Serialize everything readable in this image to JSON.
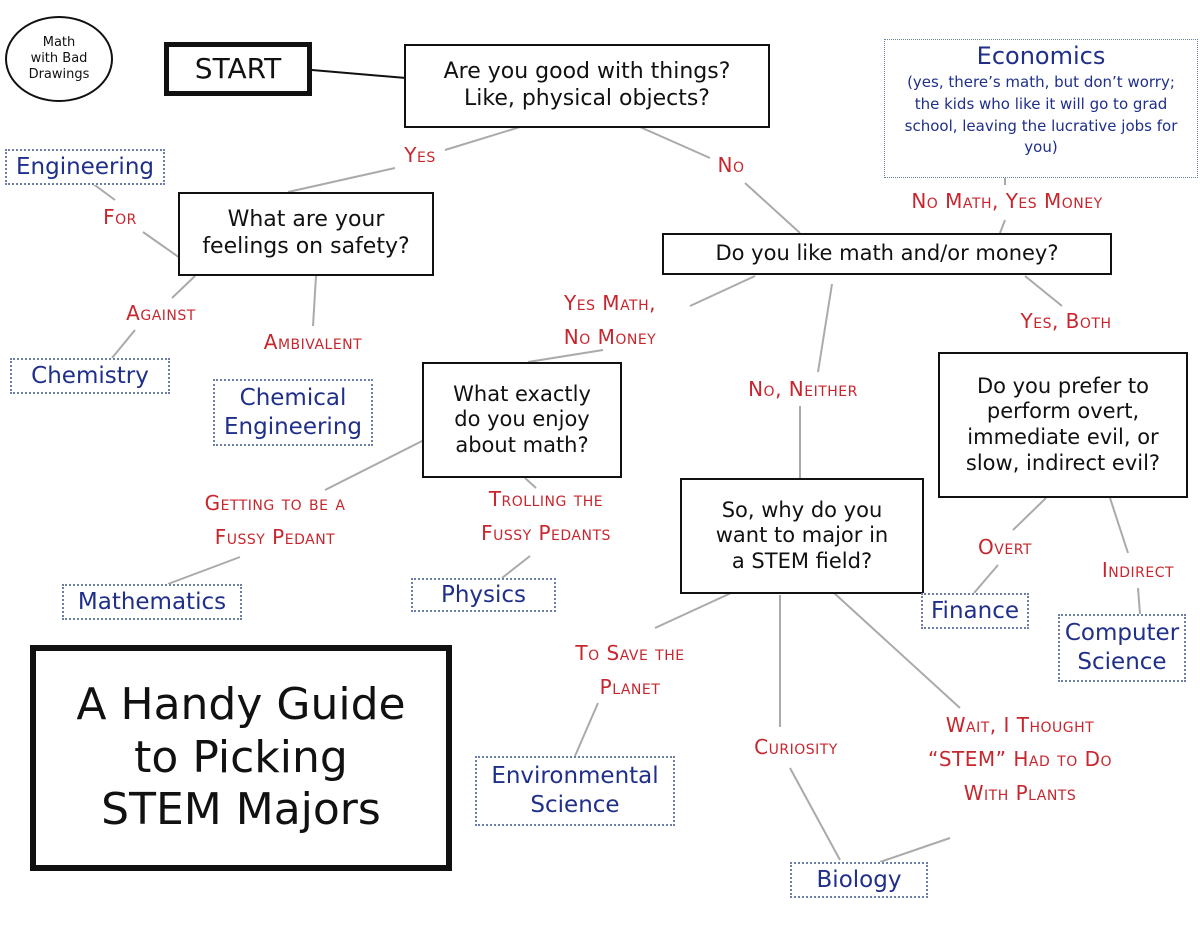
{
  "logo": {
    "text": "Math\nwith Bad\nDrawings"
  },
  "title": {
    "text": "A Handy Guide\nto Picking\nSTEM Majors"
  },
  "questions": {
    "start": "START",
    "things": "Are you good with things?\nLike, physical objects?",
    "safety": "What are your\nfeelings on safety?",
    "math_money": "Do you like math and/or money?",
    "enjoy": "What exactly\ndo you enjoy\nabout math?",
    "why_stem": "So, why do you\nwant to major in\na STEM field?",
    "evil": "Do you prefer to\nperform overt,\nimmediate evil, or\nslow, indirect evil?"
  },
  "answers": {
    "yes": "Yes",
    "no": "No",
    "for": "For",
    "against": "Against",
    "ambivalent": "Ambivalent",
    "no_math_yes_money": "No Math, Yes Money",
    "yes_math_no_money": "Yes Math,\nNo Money",
    "no_neither": "No, Neither",
    "yes_both": "Yes, Both",
    "fussy_pedant": "Getting to be a\nFussy Pedant",
    "trolling": "Trolling the\nFussy Pedants",
    "overt": "Overt",
    "indirect": "Indirect",
    "save_planet": "To Save the\nPlanet",
    "curiosity": "Curiosity",
    "plants": "Wait, I Thought\n“STEM” Had to Do\nWith Plants"
  },
  "majors": {
    "engineering": "Engineering",
    "chemistry": "Chemistry",
    "chemical_engineering": "Chemical\nEngineering",
    "mathematics": "Mathematics",
    "physics": "Physics",
    "finance": "Finance",
    "computer_science": "Computer\nScience",
    "environmental_science": "Environmental\nScience",
    "biology": "Biology",
    "economics_title": "Economics",
    "economics_note": "(yes, there’s math, but don’t worry; the kids who like it will go to grad school, leaving the lucrative jobs for you)"
  },
  "colors": {
    "answer_red": "#c8262e",
    "major_blue": "#1f2f8a",
    "connector_gray": "#aaaaaa",
    "ink": "#111111"
  }
}
